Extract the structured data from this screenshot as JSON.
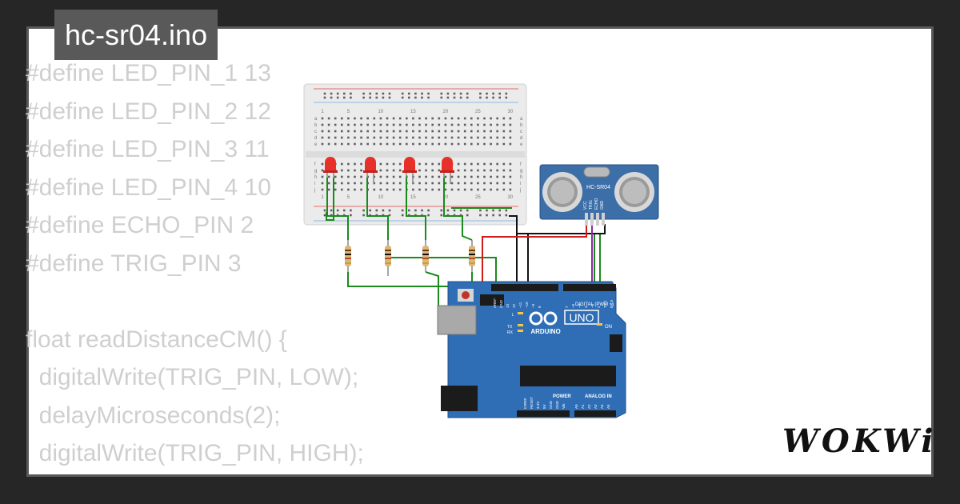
{
  "tab": {
    "title": "hc-sr04.ino"
  },
  "code_lines": [
    "#define LED_PIN_1 13",
    "#define LED_PIN_2 12",
    "#define LED_PIN_3 11",
    "#define LED_PIN_4 10",
    "#define ECHO_PIN 2",
    "#define TRIG_PIN 3",
    "",
    "float readDistanceCM() {",
    "  digitalWrite(TRIG_PIN, LOW);",
    "  delayMicroseconds(2);",
    "  digitalWrite(TRIG_PIN, HIGH);"
  ],
  "breadboard": {
    "column_numbers": [
      "1",
      "5",
      "10",
      "15",
      "20",
      "25",
      "30"
    ],
    "row_letters_top": [
      "a",
      "b",
      "c",
      "d",
      "e"
    ],
    "row_letters_bottom": [
      "f",
      "g",
      "h",
      "i",
      "j"
    ]
  },
  "sensor": {
    "label": "HC-SR04",
    "pins": [
      "VCC",
      "TRIG",
      "ECHO",
      "GND"
    ]
  },
  "arduino": {
    "brand": "ARDUINO",
    "model": "UNO",
    "digital_label": "DIGITAL (PWM ~)",
    "power_label": "POWER",
    "analog_label": "ANALOG IN",
    "on_label": "ON",
    "led_labels": [
      "L",
      "TX",
      "RX"
    ],
    "top_pins": [
      "AREF",
      "GND",
      "13",
      "12",
      "~11",
      "~10",
      "~9",
      "8",
      "7",
      "~6",
      "~5",
      "4",
      "~3",
      "2",
      "TX 1",
      "RX 0"
    ],
    "power_pins": [
      "IOREF",
      "RESET",
      "3.3V",
      "5V",
      "GND",
      "GND",
      "Vin"
    ],
    "analog_pins": [
      "A0",
      "A1",
      "A2",
      "A3",
      "A4",
      "A5"
    ]
  },
  "logo": {
    "text": "WOKWi"
  },
  "colors": {
    "background": "#262626",
    "frame_border": "#595959",
    "code_text": "#cfcfcf",
    "board_blue": "#2f6eb5",
    "wire_green": "#1a8a1a",
    "wire_red": "#d11a1a",
    "wire_black": "#111111",
    "wire_purple": "#8b2ba0",
    "led_red": "#e8302a"
  }
}
